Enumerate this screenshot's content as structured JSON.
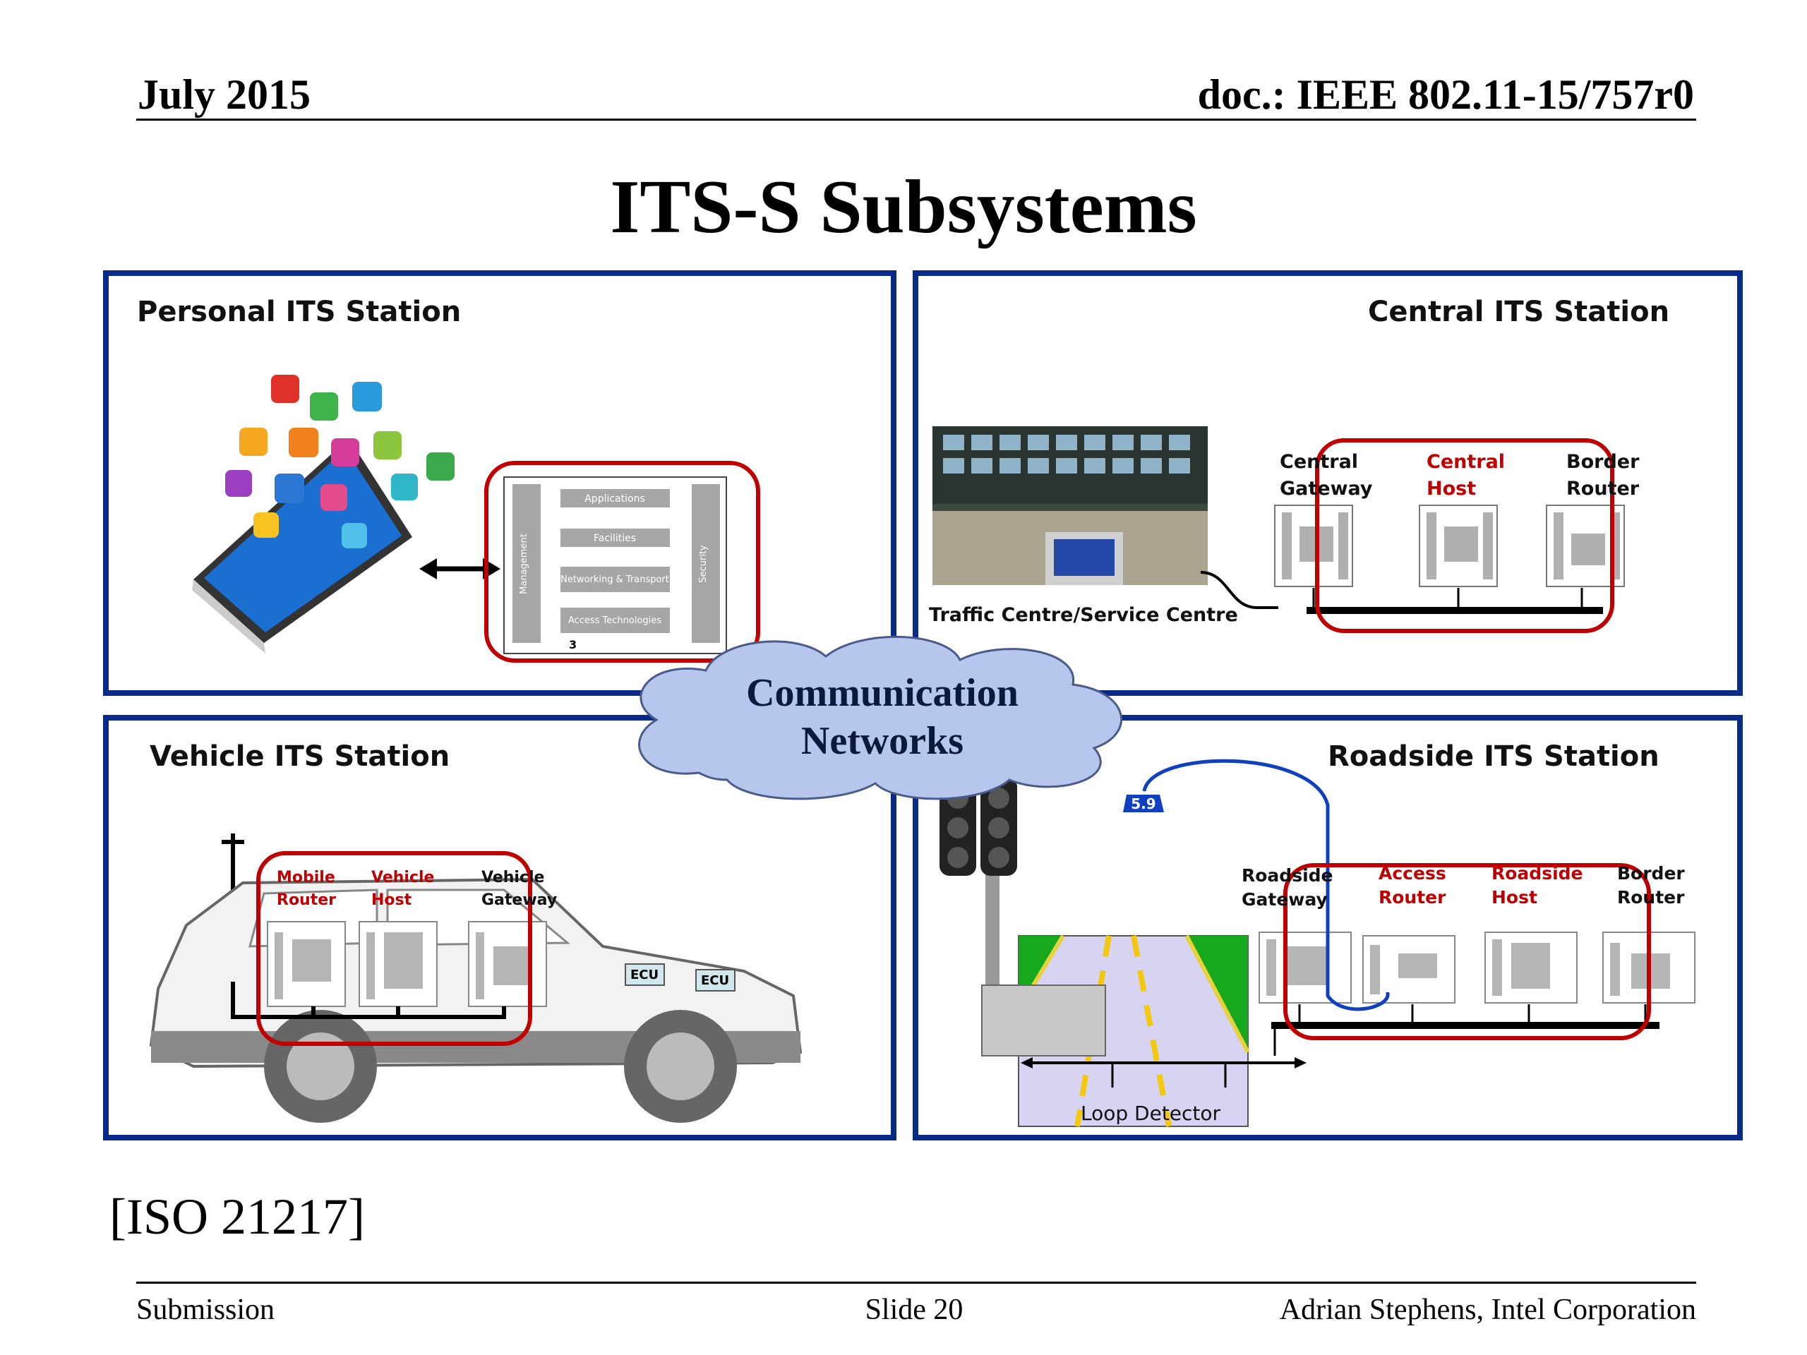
{
  "header": {
    "date": "July 2015",
    "doc": "doc.: IEEE 802.11-15/757r0"
  },
  "title": "ITS-S Subsystems",
  "panels": {
    "personal": {
      "label": "Personal ITS Station",
      "stack": {
        "layers": [
          "Applications",
          "Facilities",
          "Networking & Transport",
          "Access Technologies"
        ],
        "management": "Management",
        "security": "Security",
        "number": "3"
      }
    },
    "central": {
      "label": "Central ITS Station",
      "photo_caption": "Traffic Centre/Service Centre",
      "nodes": [
        {
          "line1": "Central",
          "line2": "Gateway",
          "highlight": false
        },
        {
          "line1": "Central",
          "line2": "Host",
          "highlight": true
        },
        {
          "line1": "Border",
          "line2": "Router",
          "highlight": false
        }
      ]
    },
    "vehicle": {
      "label": "Vehicle ITS Station",
      "nodes": [
        {
          "line1": "Mobile",
          "line2": "Router",
          "highlight": true
        },
        {
          "line1": "Vehicle",
          "line2": "Host",
          "highlight": true
        },
        {
          "line1": "Vehicle",
          "line2": "Gateway",
          "highlight": false
        }
      ],
      "ecu_labels": [
        "ECU",
        "ECU"
      ]
    },
    "roadside": {
      "label": "Roadside ITS Station",
      "antenna_label": "5.9",
      "nodes": [
        {
          "line1": "Roadside",
          "line2": "Gateway",
          "highlight": false
        },
        {
          "line1": "Access",
          "line2": "Router",
          "highlight": true
        },
        {
          "line1": "Roadside",
          "line2": "Host",
          "highlight": true
        },
        {
          "line1": "Border",
          "line2": "Router",
          "highlight": false
        }
      ],
      "loop_label": "Loop Detector"
    }
  },
  "cloud": {
    "line1": "Communication",
    "line2": "Networks"
  },
  "reference": "[ISO 21217]",
  "footer": {
    "left": "Submission",
    "center": "Slide 20",
    "right": "Adrian Stephens, Intel Corporation"
  },
  "colors": {
    "panel_border": "#0a2a8a",
    "highlight_red": "#c00000",
    "cloud_fill": "#b7c6ec",
    "link_blue": "#1040c0"
  }
}
